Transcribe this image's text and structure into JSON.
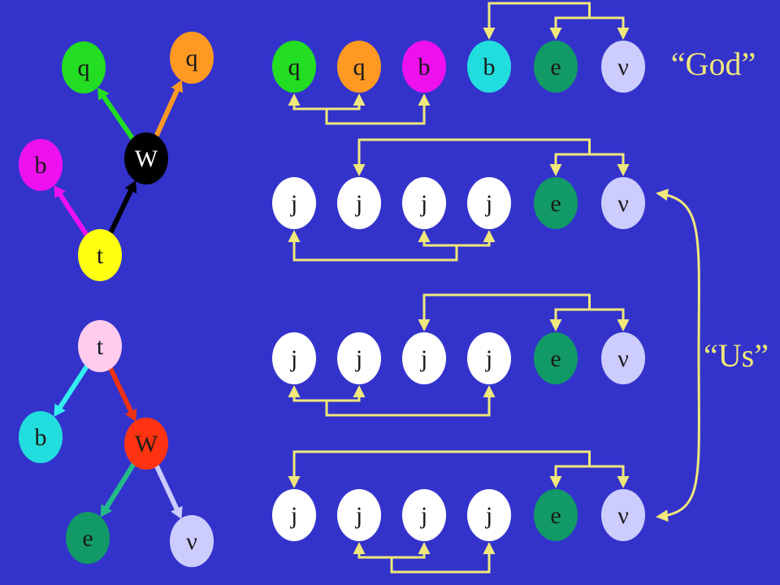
{
  "colors": {
    "background": "#3333cc",
    "connector": "#f0e87a",
    "label_text": "#f0e87a",
    "node_text": "#1a1a1a",
    "node_text_on_dark": "#ffffff",
    "q_green": "#22dd22",
    "q_orange": "#ff9922",
    "b_magenta": "#ee11ee",
    "b_cyan": "#22dddd",
    "w_black": "#000000",
    "w_red": "#ff3311",
    "t_yellow": "#ffff11",
    "t_pink": "#ffccee",
    "e_teal": "#119966",
    "nu_lavender": "#ccccff",
    "jet_white": "#ffffff",
    "edge_green": "#22dd22",
    "edge_orange": "#ff9922",
    "edge_magenta": "#ee11ee",
    "edge_black": "#000000",
    "edge_cyan": "#33eeee",
    "edge_red": "#ee3311",
    "edge_teal": "#22bb88",
    "edge_lavender": "#ccccff"
  },
  "labels": {
    "god": "“God”",
    "us": "“Us”"
  },
  "top_decay": {
    "nodes": [
      {
        "id": "q1",
        "text": "q",
        "color": "q_green"
      },
      {
        "id": "q2",
        "text": "q",
        "color": "q_orange"
      },
      {
        "id": "b",
        "text": "b",
        "color": "b_magenta"
      },
      {
        "id": "W",
        "text": "W",
        "color": "w_black",
        "dark": true
      },
      {
        "id": "t",
        "text": "t",
        "color": "t_yellow"
      }
    ],
    "edges": [
      {
        "from": "t",
        "to": "b",
        "color": "edge_magenta"
      },
      {
        "from": "t",
        "to": "W",
        "color": "edge_black"
      },
      {
        "from": "W",
        "to": "q1",
        "color": "edge_green"
      },
      {
        "from": "W",
        "to": "q2",
        "color": "edge_orange"
      }
    ]
  },
  "bottom_decay": {
    "nodes": [
      {
        "id": "t",
        "text": "t",
        "color": "t_pink"
      },
      {
        "id": "b",
        "text": "b",
        "color": "b_cyan"
      },
      {
        "id": "W",
        "text": "W",
        "color": "w_red"
      },
      {
        "id": "e",
        "text": "e",
        "color": "e_teal"
      },
      {
        "id": "nu",
        "text": "ν",
        "color": "nu_lavender"
      }
    ],
    "edges": [
      {
        "from": "t",
        "to": "b",
        "color": "edge_cyan"
      },
      {
        "from": "t",
        "to": "W",
        "color": "edge_red"
      },
      {
        "from": "W",
        "to": "e",
        "color": "edge_teal"
      },
      {
        "from": "W",
        "to": "nu",
        "color": "edge_lavender"
      }
    ]
  },
  "rows": [
    {
      "name": "row-god",
      "nodes": [
        {
          "text": "q",
          "color": "q_green"
        },
        {
          "text": "q",
          "color": "q_orange"
        },
        {
          "text": "b",
          "color": "b_magenta"
        },
        {
          "text": "b",
          "color": "b_cyan"
        },
        {
          "text": "e",
          "color": "e_teal"
        },
        {
          "text": "ν",
          "color": "nu_lavender"
        }
      ],
      "top_bracket": {
        "pair": [
          4,
          5
        ],
        "outer": 3
      },
      "bottom_bracket": {
        "pair": [
          0,
          1
        ],
        "outer": 2
      }
    },
    {
      "name": "row-us-1",
      "nodes": [
        {
          "text": "j",
          "color": "jet_white"
        },
        {
          "text": "j",
          "color": "jet_white"
        },
        {
          "text": "j",
          "color": "jet_white"
        },
        {
          "text": "j",
          "color": "jet_white"
        },
        {
          "text": "e",
          "color": "e_teal"
        },
        {
          "text": "ν",
          "color": "nu_lavender"
        }
      ],
      "top_bracket": {
        "pair": [
          4,
          5
        ],
        "outer": 1
      },
      "bottom_bracket": {
        "pair": [
          2,
          3
        ],
        "outer": 0
      }
    },
    {
      "name": "row-us-2",
      "nodes": [
        {
          "text": "j",
          "color": "jet_white"
        },
        {
          "text": "j",
          "color": "jet_white"
        },
        {
          "text": "j",
          "color": "jet_white"
        },
        {
          "text": "j",
          "color": "jet_white"
        },
        {
          "text": "e",
          "color": "e_teal"
        },
        {
          "text": "ν",
          "color": "nu_lavender"
        }
      ],
      "top_bracket": {
        "pair": [
          4,
          5
        ],
        "outer": 2
      },
      "bottom_bracket": {
        "pair": [
          0,
          1
        ],
        "outer": 3
      }
    },
    {
      "name": "row-us-3",
      "nodes": [
        {
          "text": "j",
          "color": "jet_white"
        },
        {
          "text": "j",
          "color": "jet_white"
        },
        {
          "text": "j",
          "color": "jet_white"
        },
        {
          "text": "j",
          "color": "jet_white"
        },
        {
          "text": "e",
          "color": "e_teal"
        },
        {
          "text": "ν",
          "color": "nu_lavender"
        }
      ],
      "top_bracket": {
        "pair": [
          4,
          5
        ],
        "outer": 0
      },
      "bottom_bracket": {
        "pair": [
          1,
          2
        ],
        "outer": 3
      }
    }
  ]
}
